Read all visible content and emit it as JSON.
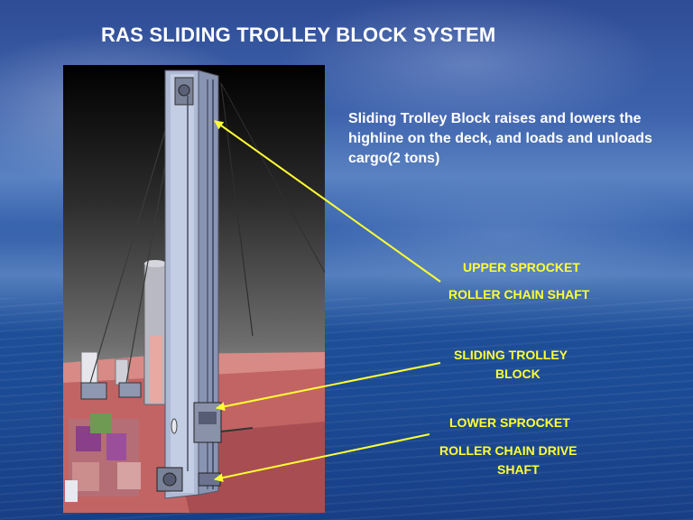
{
  "slide": {
    "title": "RAS SLIDING TROLLEY BLOCK SYSTEM",
    "description": "Sliding Trolley Block raises and lowers the highline on the deck, and loads and unloads cargo(2 tons)",
    "labels": {
      "upper_sprocket": "UPPER SPROCKET",
      "roller_chain_shaft": "ROLLER CHAIN SHAFT",
      "sliding_trolley_block_1": "SLIDING TROLLEY",
      "sliding_trolley_block_2": "BLOCK",
      "lower_sprocket": "LOWER SPROCKET",
      "drive_shaft_1": "ROLLER CHAIN DRIVE",
      "drive_shaft_2": "SHAFT"
    },
    "colors": {
      "label": "#ffff33",
      "text": "#ffffff",
      "arrow": "#ffff33",
      "deck": "#c46a6a",
      "tower": "#b4bfd8"
    }
  }
}
